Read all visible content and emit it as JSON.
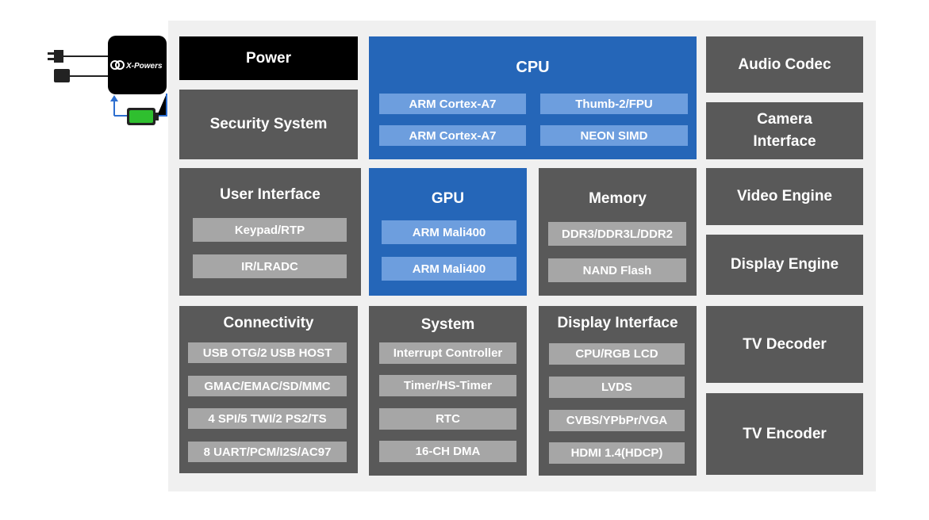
{
  "power_source": {
    "logo_text": "X-Powers",
    "icons": [
      "power-plug-icon",
      "usb-adapter-icon",
      "battery-icon"
    ],
    "battery_fill_color": "#2fbf2f",
    "arrow_color": "#2e6fd0"
  },
  "blocks": {
    "power": "Power",
    "security": "Security System",
    "cpu": {
      "title": "CPU",
      "items": [
        "ARM Cortex-A7",
        "Thumb-2/FPU",
        "ARM Cortex-A7",
        "NEON SIMD"
      ]
    },
    "audio_codec": "Audio Codec",
    "camera": "Camera\nInterface",
    "user_interface": {
      "title": "User Interface",
      "items": [
        "Keypad/RTP",
        "IR/LRADC"
      ]
    },
    "gpu": {
      "title": "GPU",
      "items": [
        "ARM Mali400",
        "ARM Mali400"
      ]
    },
    "memory": {
      "title": "Memory",
      "items": [
        "DDR3/DDR3L/DDR2",
        "NAND Flash"
      ]
    },
    "video_engine": "Video Engine",
    "display_engine": "Display Engine",
    "connectivity": {
      "title": "Connectivity",
      "items": [
        "USB OTG/2 USB HOST",
        "GMAC/EMAC/SD/MMC",
        "4 SPI/5 TWI/2 PS2/TS",
        "8 UART/PCM/I2S/AC97"
      ]
    },
    "system": {
      "title": "System",
      "items": [
        "Interrupt Controller",
        "Timer/HS-Timer",
        "RTC",
        "16-CH DMA"
      ]
    },
    "display_interface": {
      "title": "Display Interface",
      "items": [
        "CPU/RGB LCD",
        "LVDS",
        "CVBS/YPbPr/VGA",
        "HDMI 1.4(HDCP)"
      ]
    },
    "tv_decoder": "TV Decoder",
    "tv_encoder": "TV Encoder"
  },
  "colors": {
    "block_gray": "#595959",
    "sub_gray": "#a6a6a6",
    "cpu_blue": "#2566b8",
    "sub_blue": "#6d9ede",
    "panel_bg": "#f0f0f0"
  }
}
